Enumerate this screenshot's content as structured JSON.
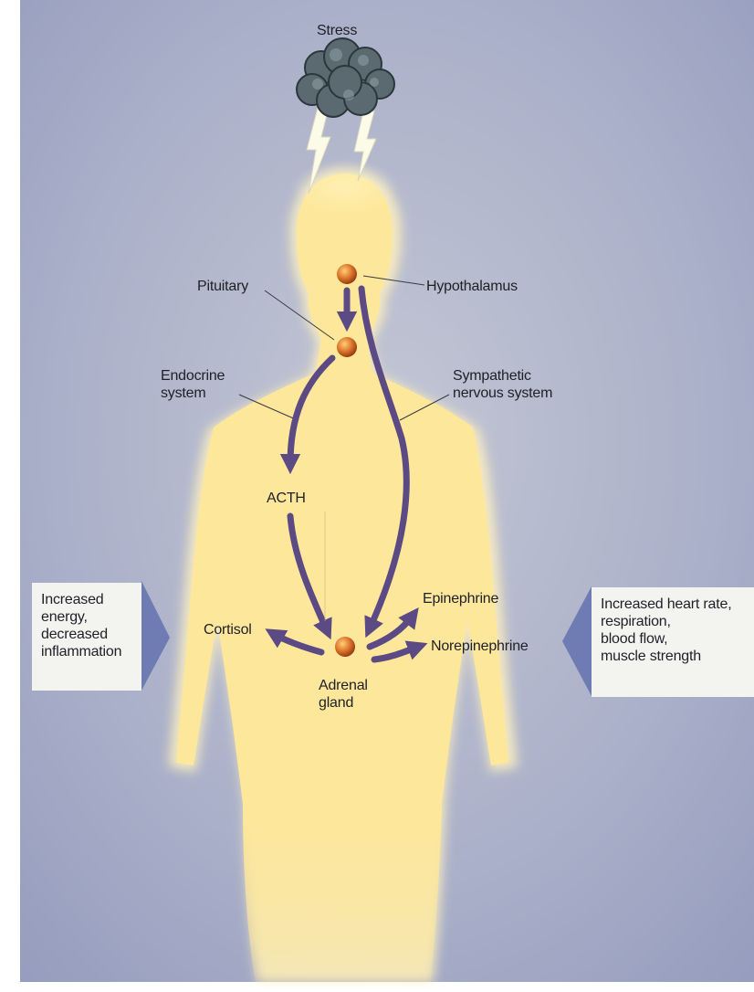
{
  "diagram": {
    "stress_label": "Stress",
    "labels": {
      "pituitary": "Pituitary",
      "hypothalamus": "Hypothalamus",
      "endocrine_system": "Endocrine\nsystem",
      "sympathetic_nervous_system": "Sympathetic\nnervous system",
      "acth": "ACTH",
      "cortisol": "Cortisol",
      "epinephrine": "Epinephrine",
      "norepinephrine": "Norepinephrine",
      "adrenal_gland": "Adrenal\ngland"
    },
    "left_effect": "Increased\nenergy,\ndecreased\ninflammation",
    "right_effect": "Increased heart rate,\nrespiration,\nblood flow,\nmuscle strength"
  },
  "colors": {
    "background": "#a9aec8",
    "body": "#fde79a",
    "arrow": "#5b4a83",
    "gland": "#e0782e",
    "cloud": "#3b4a52",
    "effect_box": "#f3f4f0",
    "box_pointer": "#6f7cb3"
  }
}
